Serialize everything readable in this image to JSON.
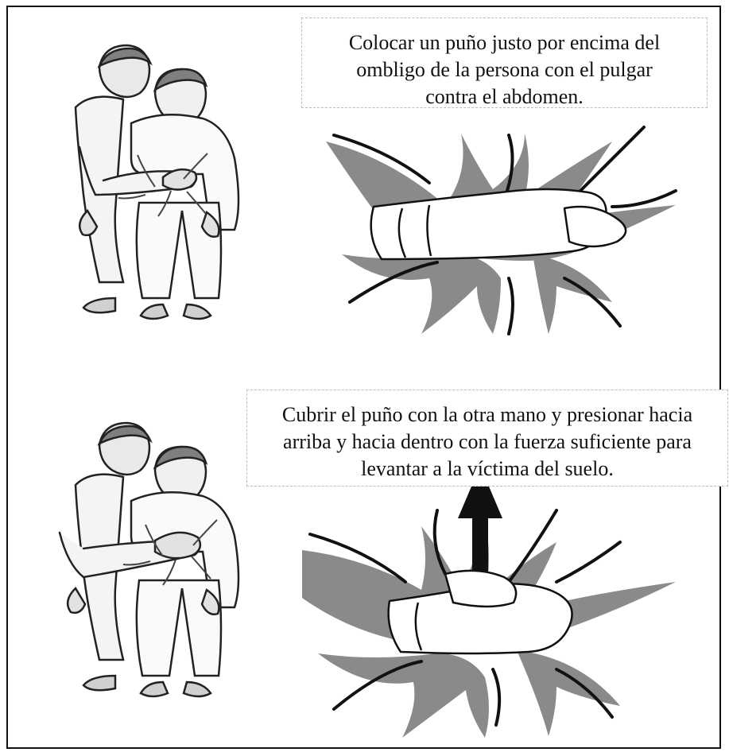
{
  "steps": [
    {
      "caption_lines": [
        "Colocar un puño justo por encima del",
        "ombligo de la persona con el pulgar",
        "contra el abdomen."
      ]
    },
    {
      "caption_lines": [
        "Cubrir el puño con la otra mano y presionar hacia",
        "arriba y hacia dentro con la fuerza suficiente para",
        "levantar a la víctima del suelo."
      ]
    }
  ],
  "colors": {
    "ink": "#111111",
    "shade": "#8a8a8a",
    "light": "#cfcfcf"
  }
}
